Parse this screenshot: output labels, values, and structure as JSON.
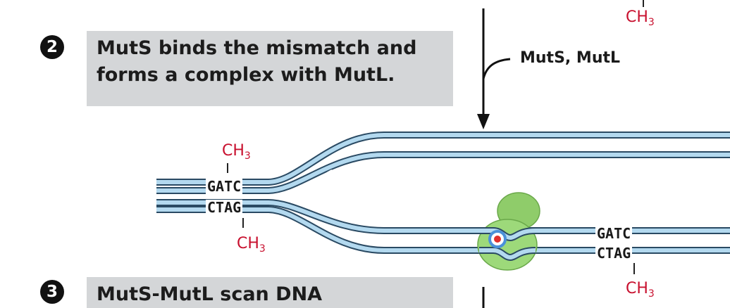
{
  "step2": {
    "number": "2",
    "caption_line1": "MutS binds the mismatch and",
    "caption_line2": "forms a complex with MutL."
  },
  "step3": {
    "number": "3",
    "caption_line1": "MutS-MutL scan DNA"
  },
  "enzymes_label": "MutS, MutL",
  "methyl": {
    "ch": "CH",
    "sub": "3"
  },
  "left_site": {
    "top_seq": "GATC",
    "bottom_seq": "CTAG"
  },
  "right_site": {
    "top_seq": "GATC",
    "bottom_seq": "CTAG"
  },
  "colors": {
    "strand_fill": "#b3d9ef",
    "strand_outline": "#2a4a63",
    "methyl_red": "#c8102e",
    "protein_green": "#8fcc6a",
    "mismatch_blue": "#4a90d9",
    "mismatch_red": "#e0302e",
    "caption_box": "#d4d6d8"
  }
}
